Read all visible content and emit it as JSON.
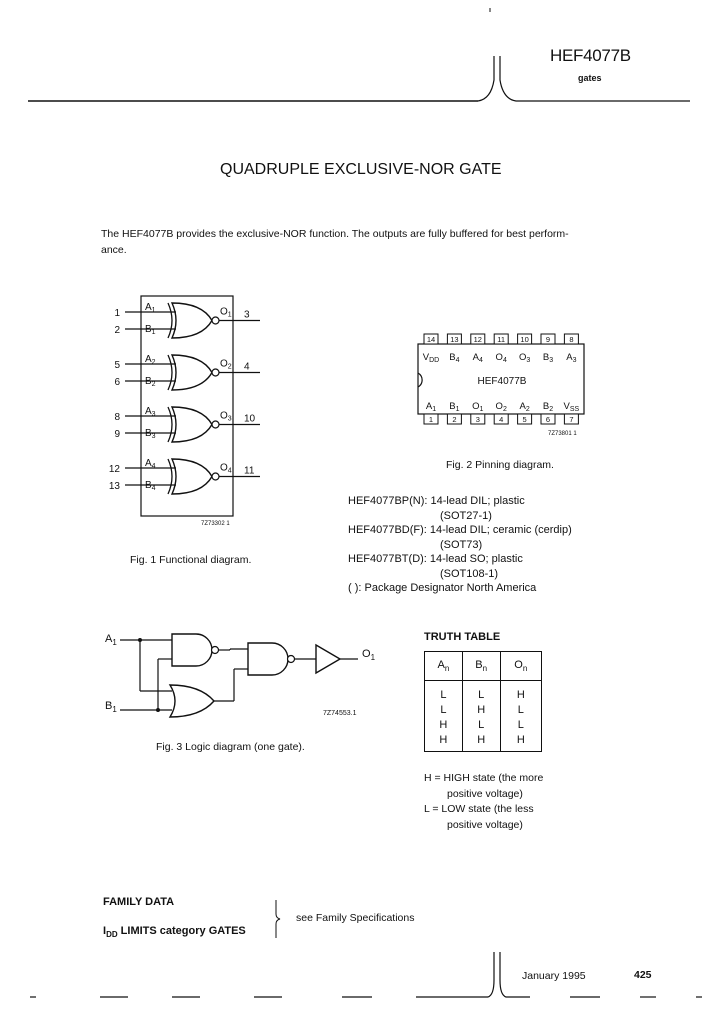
{
  "header": {
    "part_number": "HEF4077B",
    "family": "gates"
  },
  "title": "QUADRUPLE EXCLUSIVE-NOR GATE",
  "intro_line1": "The HEF4077B provides the exclusive-NOR function. The outputs are fully buffered for best perform-",
  "intro_line2": "ance.",
  "fig1": {
    "pins_in": [
      {
        "a_pin": "1",
        "b_pin": "2",
        "a_label": "A",
        "b_label": "B",
        "idx": "1",
        "out_label": "O",
        "out_pin": "3"
      },
      {
        "a_pin": "5",
        "b_pin": "6",
        "a_label": "A",
        "b_label": "B",
        "idx": "2",
        "out_label": "O",
        "out_pin": "4"
      },
      {
        "a_pin": "8",
        "b_pin": "9",
        "a_label": "A",
        "b_label": "B",
        "idx": "3",
        "out_label": "O",
        "out_pin": "10"
      },
      {
        "a_pin": "12",
        "b_pin": "13",
        "a_label": "A",
        "b_label": "B",
        "idx": "4",
        "out_label": "O",
        "out_pin": "11"
      }
    ],
    "code": "7Z73302 1",
    "caption": "Fig. 1  Functional diagram."
  },
  "fig2": {
    "top_pins": [
      "14",
      "13",
      "12",
      "11",
      "10",
      "9",
      "8"
    ],
    "top_labels": [
      "VDD",
      "B4",
      "A4",
      "O4",
      "O3",
      "B3",
      "A3"
    ],
    "chip_name": "HEF4077B",
    "bottom_labels": [
      "A1",
      "B1",
      "O1",
      "O2",
      "A2",
      "B2",
      "VSS"
    ],
    "bottom_pins": [
      "1",
      "2",
      "3",
      "4",
      "5",
      "6",
      "7"
    ],
    "code": "7Z73801 1",
    "caption": "Fig. 2  Pinning diagram."
  },
  "packages": [
    {
      "line": "HEF4077BP(N):  14-lead DIL; plastic",
      "sub": "(SOT27-1)"
    },
    {
      "line": "HEF4077BD(F):  14-lead DIL; ceramic (cerdip)",
      "sub": "(SOT73)"
    },
    {
      "line": "HEF4077BT(D):  14-lead SO; plastic",
      "sub": "(SOT108-1)"
    }
  ],
  "package_note": "( ): Package Designator North America",
  "fig3": {
    "input_a": "A",
    "input_b": "B",
    "sub": "1",
    "output": "O",
    "code": "7Z74553.1",
    "caption": "Fig. 3  Logic diagram (one gate)."
  },
  "truth_table": {
    "title": "TRUTH TABLE",
    "headers": [
      "A",
      "B",
      "O"
    ],
    "header_sub": "n",
    "rows": [
      [
        "L",
        "L",
        "H"
      ],
      [
        "L",
        "H",
        "L"
      ],
      [
        "H",
        "L",
        "L"
      ],
      [
        "H",
        "H",
        "H"
      ]
    ],
    "note_h": "H = HIGH state (the more",
    "note_h2": "positive voltage)",
    "note_l": "L = LOW state (the less",
    "note_l2": "positive voltage)"
  },
  "family_data": {
    "label": "FAMILY DATA",
    "idd_prefix": "I",
    "idd_sub": "DD",
    "idd_rest": " LIMITS category GATES",
    "see": "see Family Specifications"
  },
  "footer": {
    "date": "January 1995",
    "page": "425"
  }
}
